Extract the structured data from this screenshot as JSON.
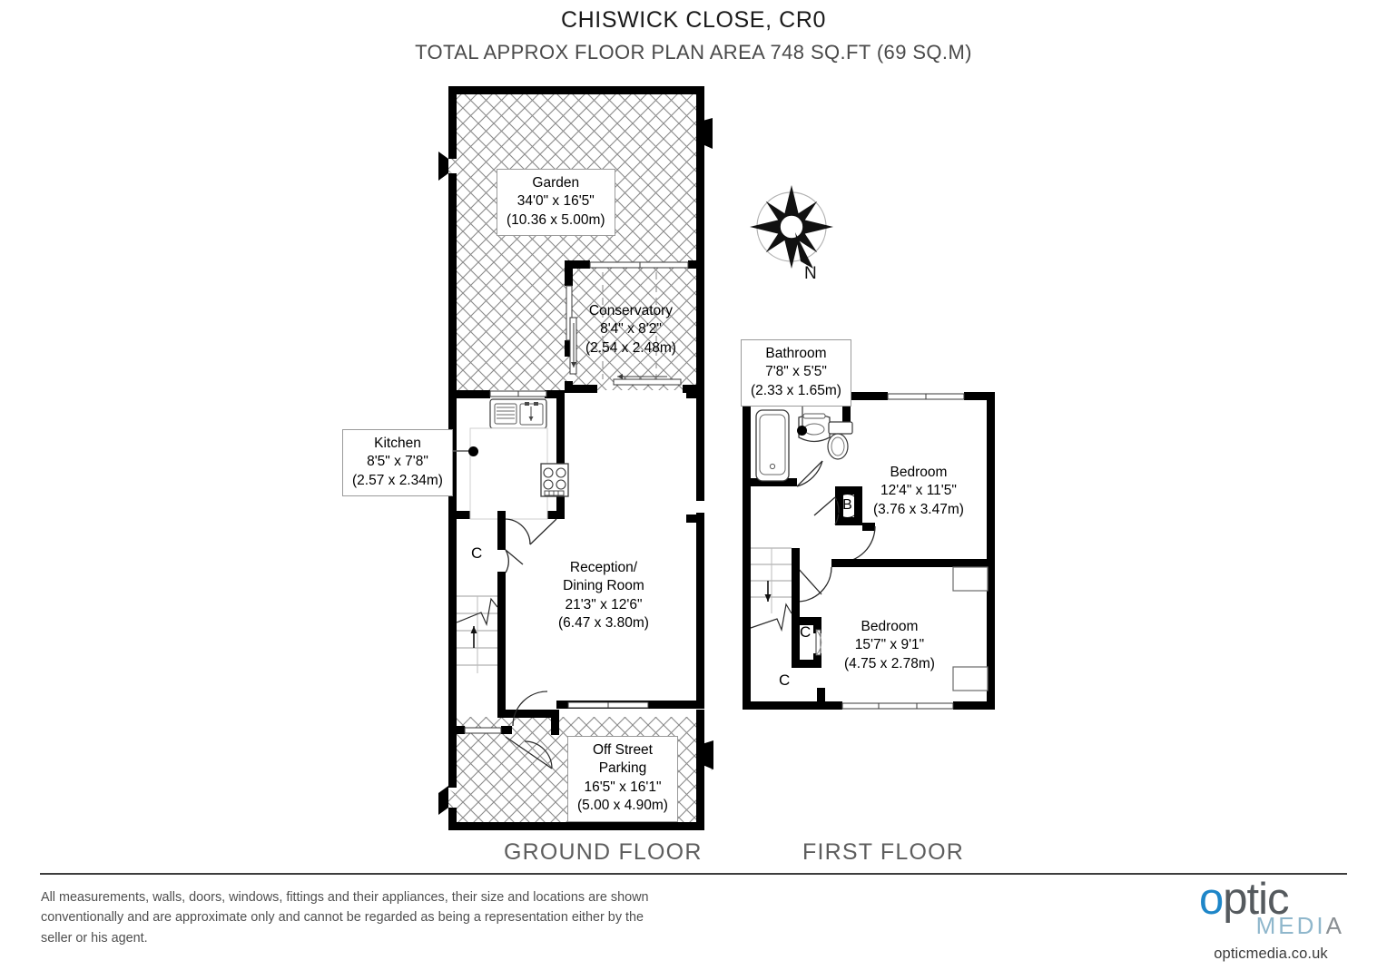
{
  "header": {
    "title": "CHISWICK CLOSE, CR0",
    "subtitle": "TOTAL APPROX FLOOR PLAN AREA 748 SQ.FT (69 SQ.M)"
  },
  "captions": {
    "ground": "GROUND FLOOR",
    "first": "FIRST FLOOR"
  },
  "compass": {
    "label": "N",
    "icon": "compass-rose-icon"
  },
  "rooms": {
    "garden": {
      "name": "Garden",
      "imperial": "34'0\" x 16'5\"",
      "metric": "(10.36 x 5.00m)"
    },
    "conservatory": {
      "name": "Conservatory",
      "imperial": "8'4\" x 8'2\"",
      "metric": "(2.54 x 2.48m)"
    },
    "kitchen": {
      "name": "Kitchen",
      "imperial": "8'5\" x 7'8\"",
      "metric": "(2.57 x 2.34m)"
    },
    "reception": {
      "name_line1": "Reception/",
      "name_line2": "Dining Room",
      "imperial": "21'3\" x 12'6\"",
      "metric": "(6.47 x 3.80m)"
    },
    "parking": {
      "name_line1": "Off Street",
      "name_line2": "Parking",
      "imperial": "16'5\" x 16'1\"",
      "metric": "(5.00 x 4.90m)"
    },
    "bathroom": {
      "name": "Bathroom",
      "imperial": "7'8\" x 5'5\"",
      "metric": "(2.33 x 1.65m)"
    },
    "bedroom1": {
      "name": "Bedroom",
      "imperial": "12'4\" x 11'5\"",
      "metric": "(3.76 x 3.47m)"
    },
    "bedroom2": {
      "name": "Bedroom",
      "imperial": "15'7\" x 9'1\"",
      "metric": "(4.75 x 2.78m)"
    }
  },
  "markers": {
    "cupboard_ground": "C",
    "boiler_first": "B",
    "cupboard_first_upper": "C",
    "cupboard_first_lower": "C"
  },
  "footer": {
    "disclaimer": "All measurements, walls, doors, windows, fittings and their appliances, their size and locations are shown conventionally and are approximate only and cannot be regarded as being a representation either by the seller or his agent.",
    "logo_o": "o",
    "logo_ptic": "ptic",
    "logo_media_med": "MED",
    "logo_media_i": "I",
    "logo_media_a": "A",
    "logo_url": "opticmedia.co.uk"
  },
  "colors": {
    "wall": "#000000",
    "hatch": "#7d7d7d",
    "fixture_outline": "#3a3a3a",
    "caption": "#5d5d5d",
    "brand_blue": "#1e86c8",
    "brand_grey": "#555a5e",
    "brand_light": "#8fb7cc"
  }
}
